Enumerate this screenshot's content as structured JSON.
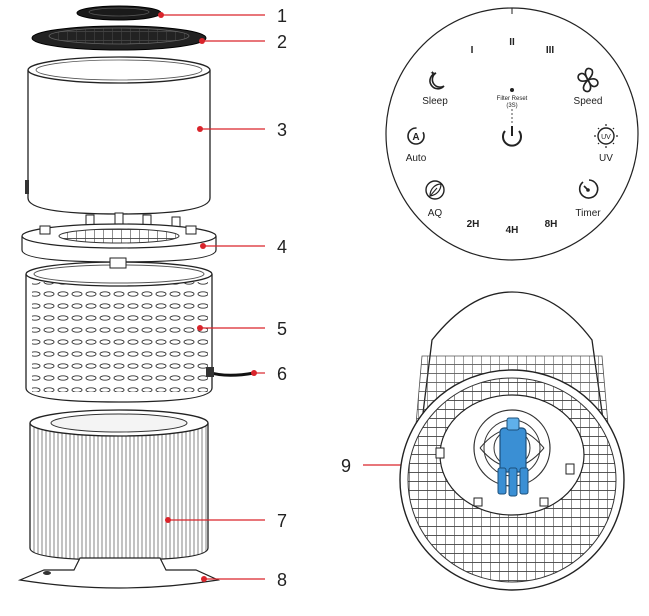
{
  "accent_color": "#d9242b",
  "callouts": {
    "c1": "1",
    "c2": "2",
    "c3": "3",
    "c4": "4",
    "c5": "5",
    "c6": "6",
    "c7": "7",
    "c8": "8",
    "c9": "9"
  },
  "control_panel": {
    "speed_levels": [
      "I",
      "II",
      "III"
    ],
    "timer_hours": [
      "2H",
      "4H",
      "8H"
    ],
    "sleep": "Sleep",
    "speed": "Speed",
    "auto": "Auto",
    "uv": "UV",
    "uv_icon_text": "UV",
    "aq": "AQ",
    "timer": "Timer",
    "filter_reset_line1": "Filter Reset",
    "filter_reset_line2": "(3S)",
    "auto_icon_letter": "A"
  },
  "icons": {
    "sleep": "moon-stars-icon",
    "speed": "fan-icon",
    "auto": "auto-mode-icon",
    "uv": "uv-lamp-icon",
    "aq": "leaf-icon",
    "timer": "timer-icon",
    "power": "power-icon"
  }
}
